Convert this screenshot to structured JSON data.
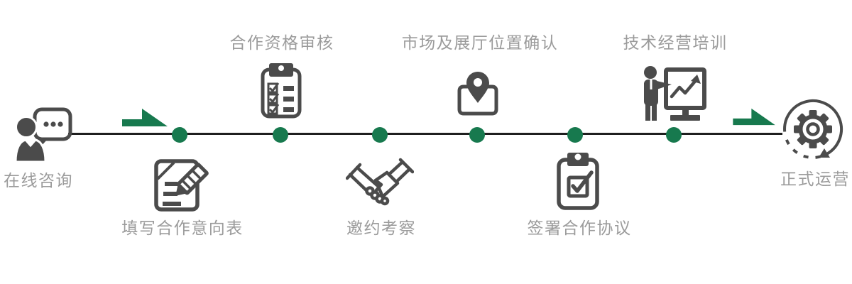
{
  "diagram": {
    "type": "horizontal-process-flow",
    "colors": {
      "accent_green": "#17794E",
      "timeline_line": "#1F1F1F",
      "icon_gray": "#4B4B4B",
      "label_gray": "#9B9B9B",
      "background": "#FFFFFF"
    },
    "timeline": {
      "node_dots": 6,
      "flow_arrows": 2
    },
    "steps": [
      {
        "label": "在线咨询",
        "icon": "person-chat-icon",
        "placement": "start-left"
      },
      {
        "label": "填写合作意向表",
        "icon": "document-pencil-icon",
        "placement": "below-line"
      },
      {
        "label": "合作资格审核",
        "icon": "clipboard-checklist-icon",
        "placement": "above-line"
      },
      {
        "label": "邀约考察",
        "icon": "handshake-icon",
        "placement": "below-line"
      },
      {
        "label": "市场及展厅位置确认",
        "icon": "map-pin-icon",
        "placement": "above-line"
      },
      {
        "label": "签署合作协议",
        "icon": "clipboard-check-icon",
        "placement": "below-line"
      },
      {
        "label": "技术经营培训",
        "icon": "presentation-chart-icon",
        "placement": "above-line"
      },
      {
        "label": "正式运营",
        "icon": "gear-cycle-icon",
        "placement": "end-right"
      }
    ]
  }
}
